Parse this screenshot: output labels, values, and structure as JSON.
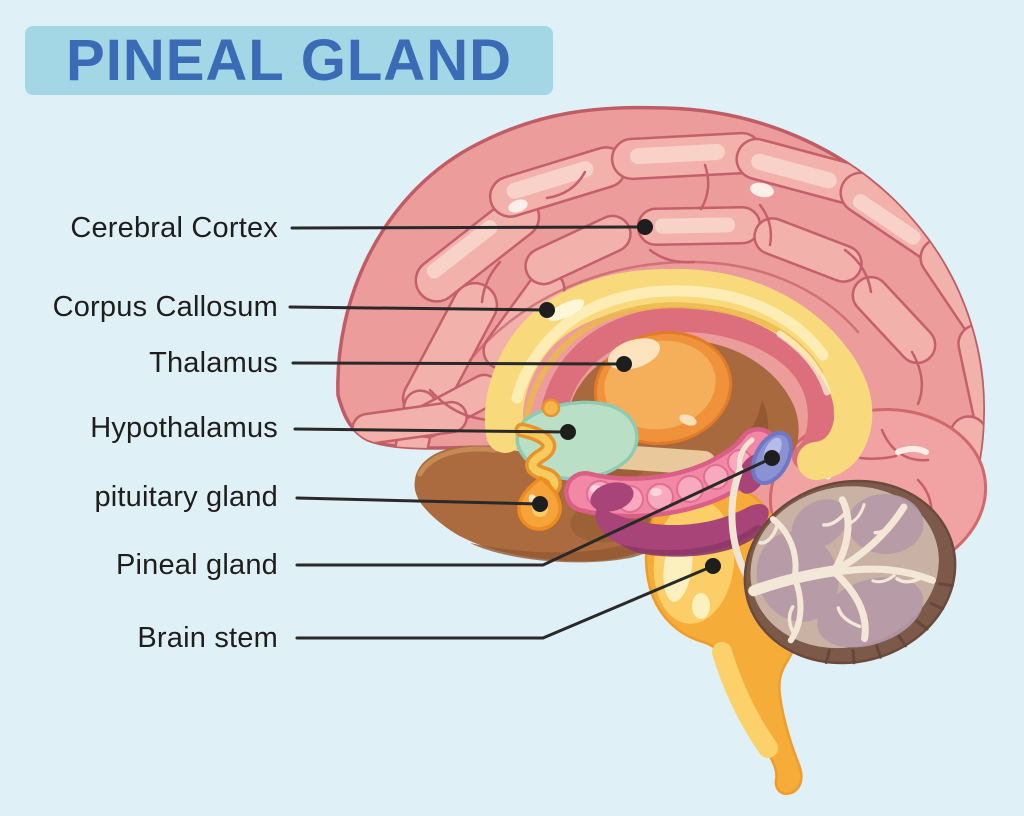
{
  "title": "PINEAL GLAND",
  "labels": [
    {
      "text": "Cerebral Cortex"
    },
    {
      "text": "Corpus Callosum"
    },
    {
      "text": "Thalamus"
    },
    {
      "text": "Hypothalamus"
    },
    {
      "text": "pituitary gland"
    },
    {
      "text": "Pineal gland"
    },
    {
      "text": "Brain stem"
    }
  ],
  "colors": {
    "background": "#dff0f6",
    "title_banner": "#a4d7e6",
    "title_text": "#3b6bb5",
    "label_text": "#1e1e1c",
    "leader_line": "#29292a",
    "cortex_base": "#ec9c9a",
    "cortex_fold": "#f3b1ab",
    "cortex_outline": "#c05c66",
    "cortex_highlight": "#f9d6cb",
    "occipital_lobe": "#f1a2a2",
    "corpus_callosum": "#f8da7c",
    "corpus_callosum_highlight": "#fdeeb8",
    "corpus_callosum_shadow": "#ecb84f",
    "rose_ring": "#dd6f7c",
    "midbrain_brown": "#a9693e",
    "midbrain_shadow": "#8f5530",
    "temporal_brown": "#ab6b3e",
    "thalamus": "#f0913b",
    "thalamus_mid": "#f5ae59",
    "thalamus_light": "#fde7c4",
    "hypothalamus": "#b9e0c6",
    "hypothalamus_edge": "#8ecbb3",
    "optic_tract_tan": "#e9c89c",
    "pituitary": "#f6a33a",
    "pituitary_edge": "#ee8d1f",
    "hippocampus": "#f287a6",
    "hippocampus_dark": "#d95f86",
    "hippocampus_bead": "#f6a9bf",
    "fornix_magenta": "#a84478",
    "fornix_shadow": "#8c3767",
    "pineal": "#8a92d4",
    "pineal_edge": "#7077c5",
    "pineal_light": "#b6bce8",
    "brainstem": "#f5ac38",
    "brainstem_edge": "#ee9d2c",
    "brainstem_mid": "#fcd06a",
    "brainstem_light": "#fdf0bf",
    "cerebellum_rim": "#7c5948",
    "cerebellum_inner": "#c9b2a4",
    "cerebellum_mauve": "#b69aa9",
    "arbor_vitae": "#f3e7d7",
    "ventricle_cream": "#f2e4d2"
  }
}
